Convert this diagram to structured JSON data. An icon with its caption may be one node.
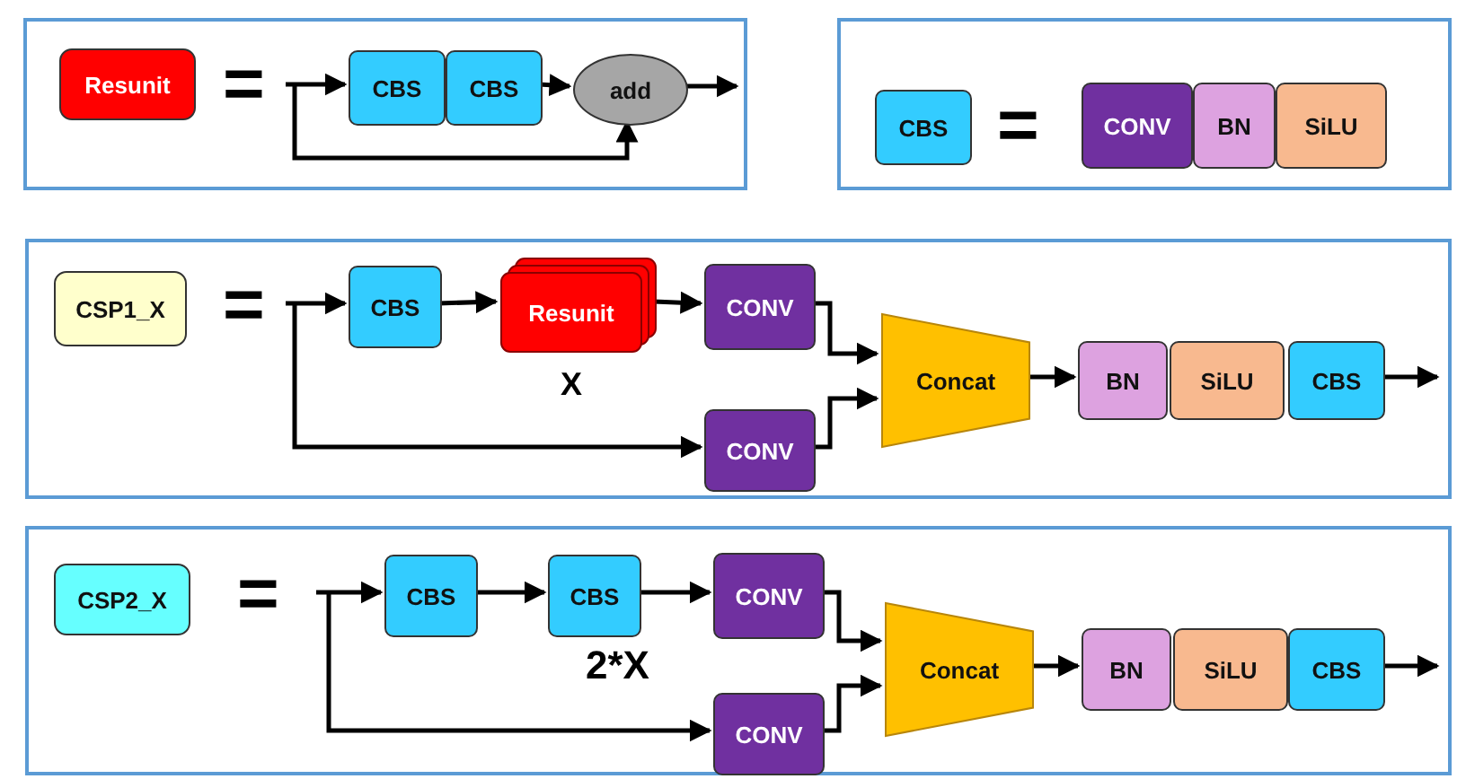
{
  "diagram": {
    "nodes": [
      {
        "text": [],
        "shape": "box"
      },
      {
        "text": [
          "Resunit"
        ],
        "in": 0
      },
      {
        "text": [
          "CBS"
        ],
        "in": 0
      },
      {
        "text": [
          "CBS"
        ],
        "in": 0
      },
      {
        "text": [
          "add"
        ],
        "in": 0
      },
      {
        "text": [],
        "shape": "box"
      },
      {
        "text": [
          "CBS"
        ],
        "in": 5
      },
      {
        "text": [
          "CONV"
        ],
        "in": 5
      },
      {
        "text": [
          "BN"
        ],
        "in": 5
      },
      {
        "text": [
          "SiLU"
        ],
        "in": 5
      },
      {
        "text": [],
        "shape": "box"
      },
      {
        "text": [
          "CSP1_X"
        ],
        "in": 10
      },
      {
        "text": [
          "CBS"
        ],
        "in": 10
      },
      {
        "text": [
          "Resunit"
        ],
        "in": 10
      },
      {
        "text": [
          "CONV"
        ],
        "in": 10
      },
      {
        "text": [
          "CONV"
        ],
        "in": 10
      },
      {
        "text": [
          "Concat"
        ],
        "in": 10
      },
      {
        "text": [
          "BN"
        ],
        "in": 10
      },
      {
        "text": [
          "SiLU"
        ],
        "in": 10
      },
      {
        "text": [
          "CBS"
        ],
        "in": 10
      },
      {
        "text": [],
        "shape": "box"
      },
      {
        "text": [
          "CSP2_X"
        ],
        "in": 20
      },
      {
        "text": [
          "CBS"
        ],
        "in": 20
      },
      {
        "text": [
          "CBS"
        ],
        "in": 20
      },
      {
        "text": [
          "CONV"
        ],
        "in": 20
      },
      {
        "text": [
          "CONV"
        ],
        "in": 20
      },
      {
        "text": [
          "Concat"
        ],
        "in": 20
      },
      {
        "text": [
          "BN"
        ],
        "in": 20
      },
      {
        "text": [
          "SiLU"
        ],
        "in": 20
      },
      {
        "text": [
          "CBS"
        ],
        "in": 20
      }
    ],
    "edges": [
      {
        "from": null,
        "to": 2,
        "arrow": "to"
      },
      {
        "from": null,
        "to": 4,
        "arrow": "to"
      },
      {
        "from": 3,
        "to": 4,
        "arrow": "to"
      },
      {
        "from": 4,
        "to": null,
        "arrow": "to"
      },
      {
        "from": null,
        "to": 12,
        "arrow": "to"
      },
      {
        "from": null,
        "to": 15,
        "arrow": "to"
      },
      {
        "from": 12,
        "to": 13,
        "arrow": "to"
      },
      {
        "from": 13,
        "to": 14,
        "arrow": "to"
      },
      {
        "from": 14,
        "to": 16,
        "arrow": "to"
      },
      {
        "from": 15,
        "to": 16,
        "arrow": "to"
      },
      {
        "from": 16,
        "to": 17,
        "arrow": "to"
      },
      {
        "from": 19,
        "to": null,
        "arrow": "to"
      },
      {
        "from": null,
        "to": 22,
        "arrow": "to"
      },
      {
        "from": null,
        "to": 25,
        "arrow": "to"
      },
      {
        "from": 22,
        "to": 23,
        "arrow": "to"
      },
      {
        "from": 23,
        "to": 24,
        "arrow": "to"
      },
      {
        "from": 24,
        "to": 26,
        "arrow": "to"
      },
      {
        "from": 25,
        "to": 26,
        "arrow": "to"
      },
      {
        "from": 26,
        "to": 27,
        "arrow": "to"
      },
      {
        "from": 29,
        "to": null,
        "arrow": "to"
      }
    ],
    "labels": [
      "=",
      "=",
      "=",
      "X",
      "=",
      "2*X"
    ]
  }
}
